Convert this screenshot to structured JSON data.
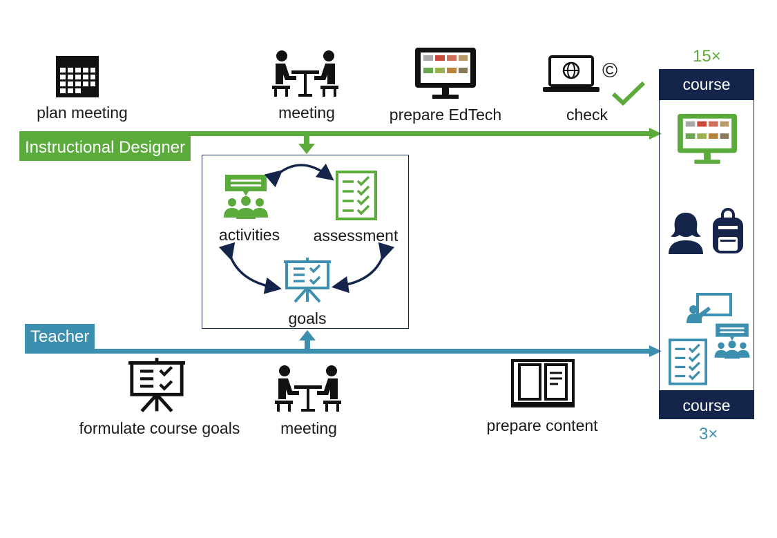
{
  "roles": {
    "designer": {
      "label": "Instructional Designer",
      "color": "#5aaa3c"
    },
    "teacher": {
      "label": "Teacher",
      "color": "#3d8fb0"
    }
  },
  "designer_steps": {
    "plan_meeting": "plan meeting",
    "meeting": "meeting",
    "prepare_edtech": "prepare EdTech",
    "check": "check",
    "copyright_symbol": "©"
  },
  "teacher_steps": {
    "formulate_goals": "formulate course goals",
    "meeting": "meeting",
    "prepare_content": "prepare content"
  },
  "cycle": {
    "activities": "activities",
    "assessment": "assessment",
    "goals": "goals"
  },
  "course_panel": {
    "top_label": "course",
    "top_count": "15×",
    "bottom_label": "course",
    "bottom_count": "3×"
  },
  "colors": {
    "navy": "#14244a",
    "green": "#5aaa3c",
    "teal": "#3d8fb0",
    "black": "#111111"
  },
  "icons": [
    "calendar-icon",
    "meeting-icon",
    "monitor-icon",
    "laptop-globe-icon",
    "checkmark-icon",
    "presentation-checklist-icon",
    "book-icon",
    "chat-group-icon",
    "checklist-icon",
    "student-icon",
    "backpack-icon",
    "teacher-board-icon"
  ]
}
